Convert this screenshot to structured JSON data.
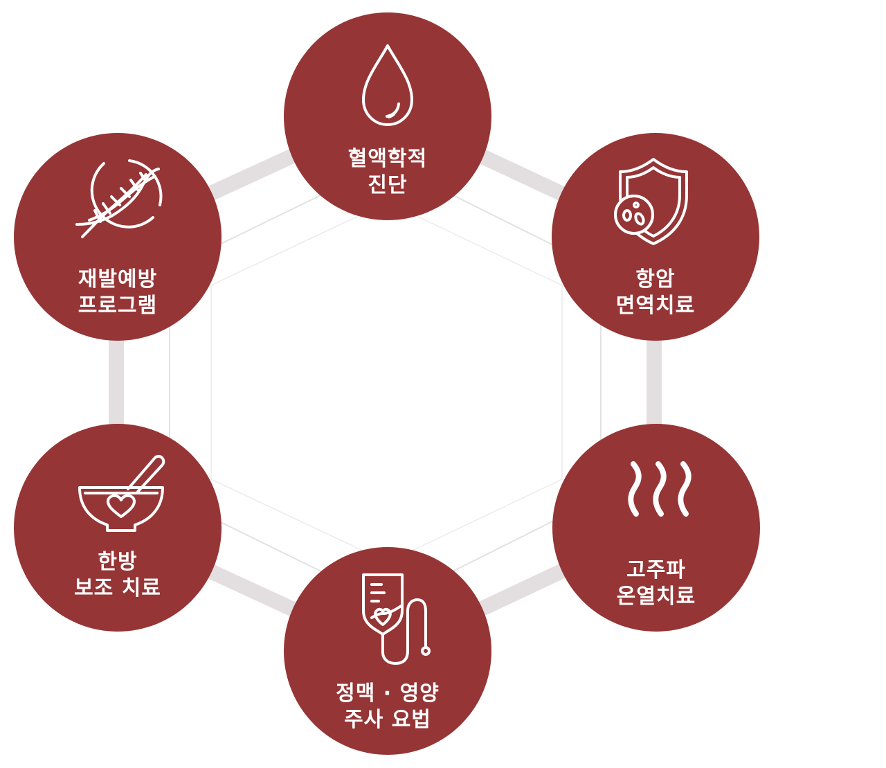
{
  "colors": {
    "circle_fill": "#963536",
    "label_text": "#ffffff",
    "frame_thick": "#e3dfe0",
    "frame_thin": "#e4e4e4"
  },
  "nodes": {
    "top": {
      "icon": "blood-drop-icon",
      "line1": "혈액학적",
      "line2": "진단"
    },
    "tr": {
      "icon": "shield-cell-icon",
      "line1": "항암",
      "line2": "면역치료"
    },
    "br": {
      "icon": "heat-waves-icon",
      "line1": "고주파",
      "line2": "온열치료"
    },
    "bottom": {
      "icon": "iv-drip-icon",
      "line1": "정맥 · 영양",
      "line2": "주사 요법"
    },
    "bl": {
      "icon": "mortar-pestle-icon",
      "line1": "한방",
      "line2": "보조 치료"
    },
    "tl": {
      "icon": "dna-icon",
      "line1": "재발예방",
      "line2": "프로그램"
    }
  }
}
